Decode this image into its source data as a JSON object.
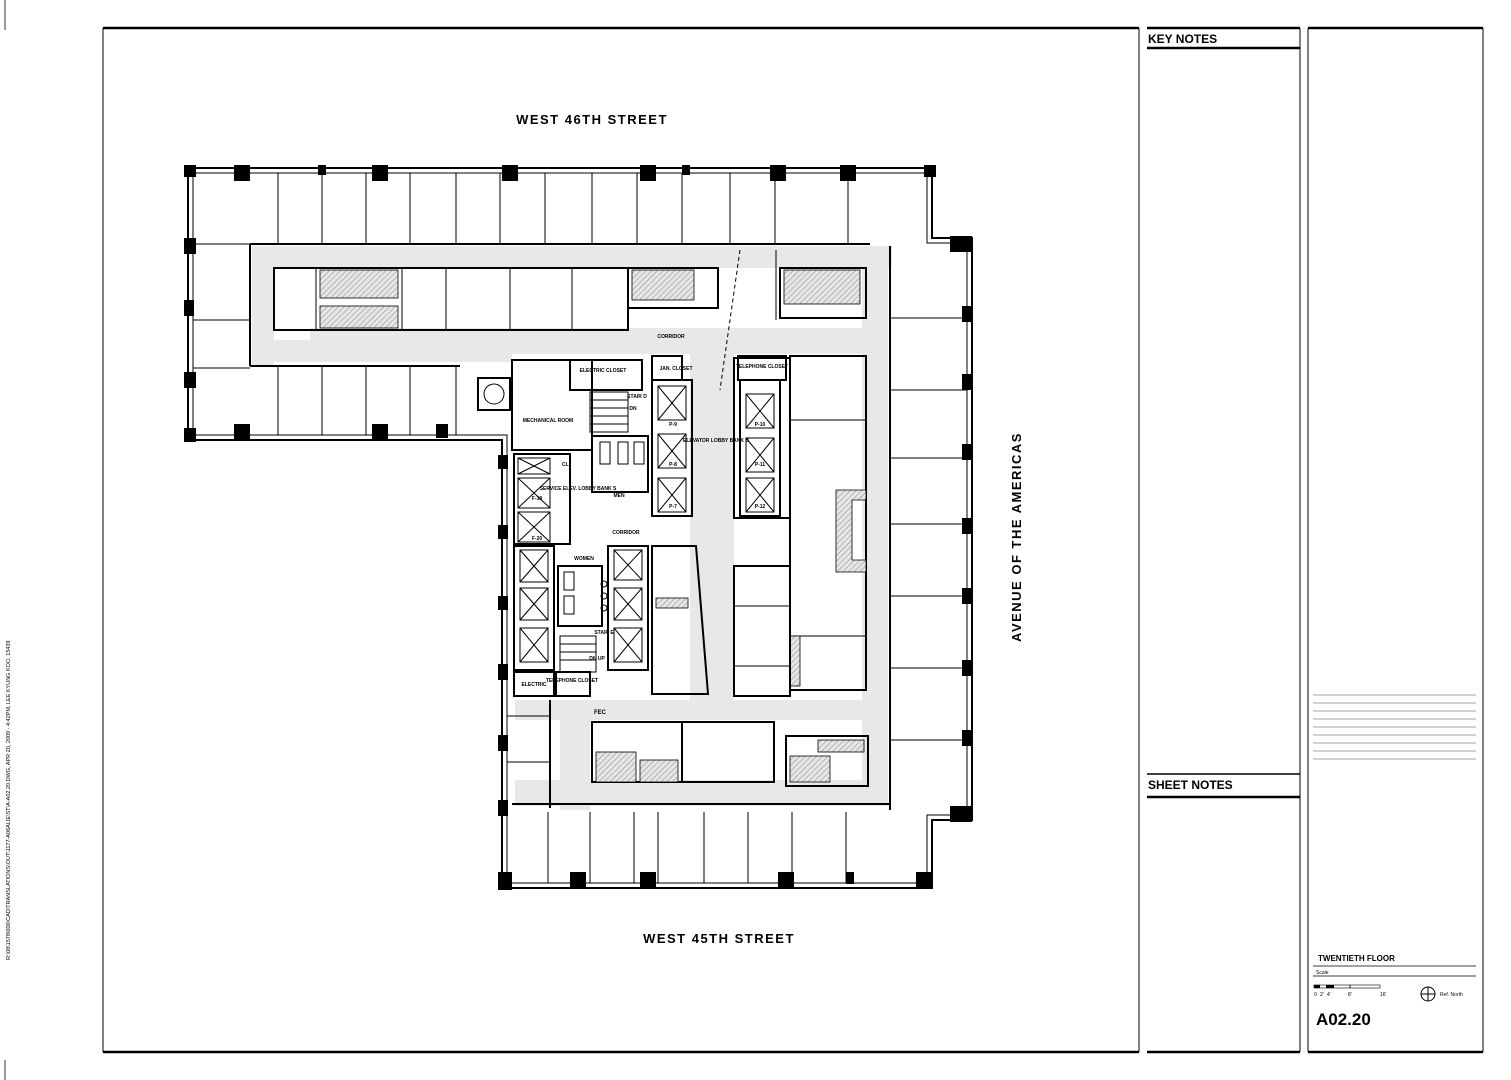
{
  "streets": {
    "north": "WEST 46TH STREET",
    "south": "WEST 45TH STREET",
    "east": "AVENUE OF THE AMERICAS"
  },
  "rooms": {
    "corridor_north": "CORRIDOR",
    "electric_closet": "ELECTRIC CLOSET",
    "jan_closet": "JAN. CLOSET",
    "telephone_closet_north": "TELEPHONE CLOSET",
    "mechanical_room": "MECHANICAL ROOM",
    "stair_d": "STAIR D",
    "dn": "DN",
    "men": "MEN",
    "women": "WOMEN",
    "cl": "CL.",
    "elevator_lobby": "ELEVATOR LOBBY BANK B",
    "service_lobby": "SERVICE ELEV. LOBBY BANK S",
    "corridor_middle": "CORRIDOR",
    "stair_e": "STAIR E",
    "dn_up": "DN UP",
    "electric": "ELECTRIC",
    "telephone_closet_south": "TELEPHONE CLOSET",
    "fec": "FEC"
  },
  "elevators": {
    "p9": "P-9",
    "p8": "P-8",
    "p7": "P-7",
    "p10": "P-10",
    "p11": "P-11",
    "p12": "P-12",
    "f19": "F-19",
    "f20": "F-20"
  },
  "key_notes": {
    "heading": "KEY NOTES"
  },
  "sheet_notes": {
    "heading": "SHEET NOTES"
  },
  "title_block": {
    "drawing_title": "TWENTIETH FLOOR",
    "scale_label": "Scale",
    "scale_ticks": [
      "0",
      "2'",
      "4'",
      "8'",
      "16'"
    ],
    "north_label": "Ref. North",
    "sheet_number": "A02.20"
  },
  "file_stamp": "R:\\08\\1578\\000\\CAD\\TRANSLATIONS\\OUT\\1177-A06ALIE\\ST\\A-A02.20.DWG, APR 20, 2009 - 4:42PM, LEE KYUNG KOO, 15439"
}
